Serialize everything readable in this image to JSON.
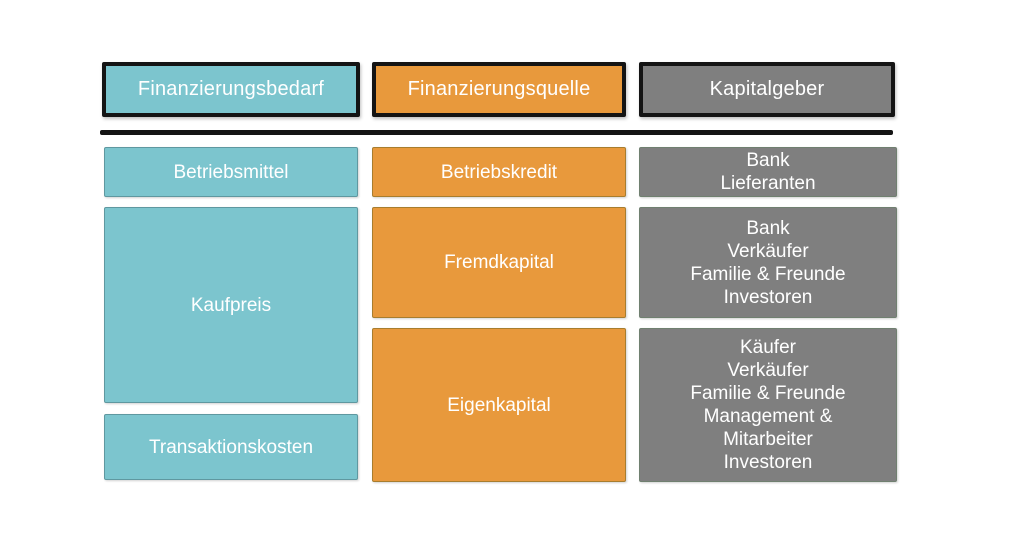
{
  "colors": {
    "teal": "#7cc5ce",
    "orange": "#e8993c",
    "gray": "#7f7f7f",
    "ink": "#141414",
    "teal-border": "#5f98a0",
    "orange-border": "#a87d2e",
    "gray-border": "#708070",
    "text": "#ffffff"
  },
  "diagram": {
    "headers": [
      {
        "label": "Finanzierungsbedarf",
        "color": "#7cc5ce"
      },
      {
        "label": "Finanzierungsquelle",
        "color": "#e8993c"
      },
      {
        "label": "Kapitalgeber",
        "color": "#7f7f7f"
      }
    ],
    "columns": [
      {
        "name": "finanzierungsbedarf",
        "boxes": [
          {
            "label": "Betriebsmittel"
          },
          {
            "label": "Kaufpreis"
          },
          {
            "label": "Transaktionskosten"
          }
        ]
      },
      {
        "name": "finanzierungsquelle",
        "boxes": [
          {
            "label": "Betriebskredit"
          },
          {
            "label": "Fremdkapital"
          },
          {
            "label": "Eigenkapital"
          }
        ]
      },
      {
        "name": "kapitalgeber",
        "boxes": [
          {
            "label": "Bank\nLieferanten"
          },
          {
            "label": "Bank\nVerkäufer\nFamilie & Freunde\nInvestoren"
          },
          {
            "label": "Käufer\nVerkäufer\nFamilie & Freunde\nManagement &\nMitarbeiter\nInvestoren"
          }
        ]
      }
    ]
  }
}
